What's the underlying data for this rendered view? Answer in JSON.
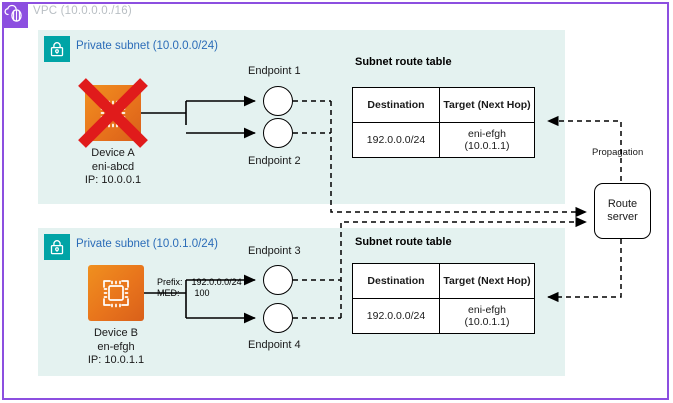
{
  "vpc": {
    "title": "VPC (10.0.0.0./16)",
    "icon": "vpc-cloud-icon",
    "accent_color": "#8c4fe0"
  },
  "subnets": [
    {
      "label": "Private subnet (10.0.0.0/24)",
      "icon": "lock-icon",
      "badge_color": "#00a4a6",
      "fill_color": "#e4f2f0",
      "device": {
        "icon": "network-device-icon",
        "name": "Device A",
        "eni": "eni-abcd",
        "ip": "IP: 10.0.0.1",
        "failed": true,
        "failed_marker": "red-x-icon"
      },
      "endpoints": [
        {
          "label": "Endpoint 1"
        },
        {
          "label": "Endpoint 2"
        }
      ],
      "route_table": {
        "title": "Subnet route table",
        "headers": [
          "Destination",
          "Target (Next Hop)"
        ],
        "rows": [
          {
            "destination": "192.0.0.0/24",
            "target": "eni-efgh",
            "target_ip": "(10.0.1.1)"
          }
        ]
      }
    },
    {
      "label": "Private subnet (10.0.1.0/24)",
      "icon": "lock-icon",
      "badge_color": "#00a4a6",
      "fill_color": "#e4f2f0",
      "device": {
        "icon": "network-device-icon",
        "name": "Device B",
        "eni": "en-efgh",
        "ip": "IP: 10.0.1.1",
        "failed": false
      },
      "endpoints": [
        {
          "label": "Endpoint 3"
        },
        {
          "label": "Endpoint 4"
        }
      ],
      "route_table": {
        "title": "Subnet route table",
        "headers": [
          "Destination",
          "Target (Next Hop)"
        ],
        "rows": [
          {
            "destination": "192.0.0.0/24",
            "target": "eni-efgh",
            "target_ip": "(10.0.1.1)"
          }
        ]
      }
    }
  ],
  "advertisement": {
    "prefix_label": "Prefix:",
    "prefix_value": "192.0.0.0/24",
    "med_label": "MED:",
    "med_value": "100"
  },
  "route_server": {
    "line1": "Route",
    "line2": "server"
  },
  "propagation": {
    "label": "Propagation"
  }
}
